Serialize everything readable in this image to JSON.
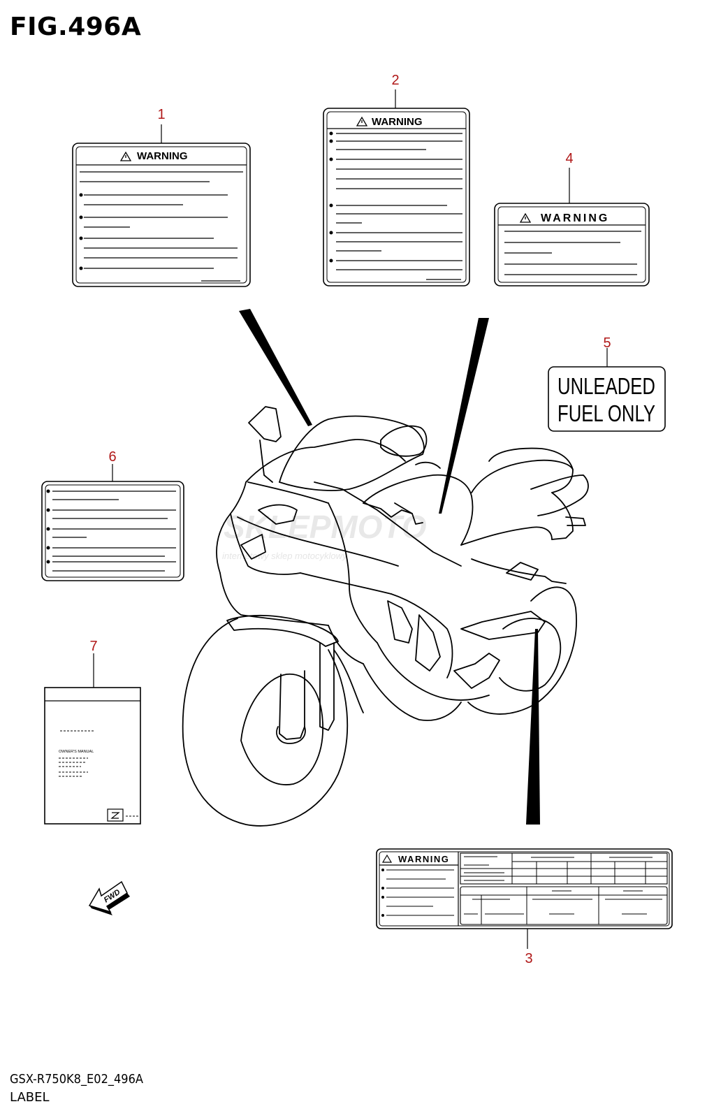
{
  "figure": {
    "title": "FIG.496A",
    "model_code": "GSX-R750K8_E02_496A",
    "caption": "LABEL"
  },
  "callouts": [
    {
      "number": "1"
    },
    {
      "number": "2"
    },
    {
      "number": "3"
    },
    {
      "number": "4"
    },
    {
      "number": "5"
    },
    {
      "number": "6"
    },
    {
      "number": "7"
    }
  ],
  "labels": {
    "warning_1": {
      "heading": "WARNING"
    },
    "warning_2": {
      "heading": "WARNING"
    },
    "warning_3": {
      "heading": "WARNING"
    },
    "warning_4": {
      "heading": "WARNING"
    },
    "fuel_label": {
      "line1": "UNLEADED",
      "line2": "FUEL ONLY"
    },
    "manual": {
      "text": "OWNER'S MANUAL"
    }
  },
  "fwd_arrow": {
    "text": "FWD"
  },
  "watermark": {
    "brand": "SKLEPMOTO",
    "tagline": "internetowy sklep motocyklowy"
  },
  "colors": {
    "callout": "#b01818",
    "line": "#000000",
    "watermark": "#d9d9d9"
  }
}
